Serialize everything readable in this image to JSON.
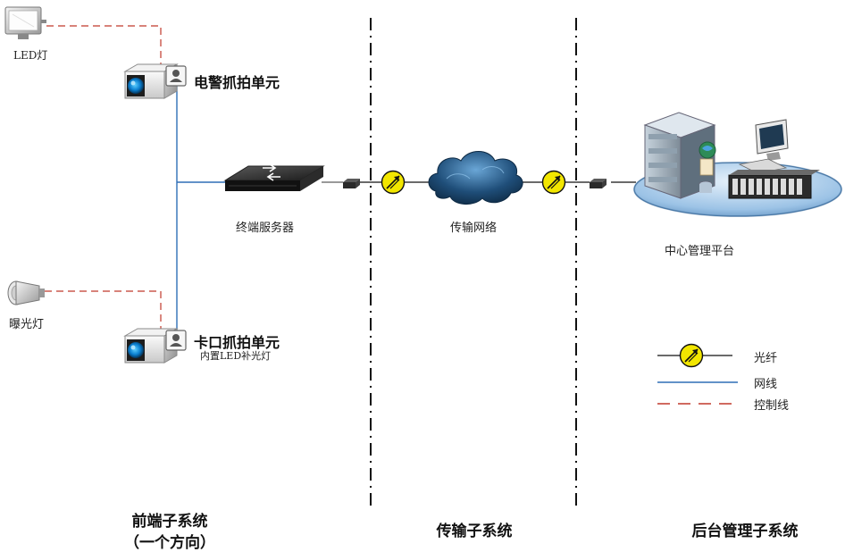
{
  "devices": {
    "led_lamp": "LED灯",
    "flash_lamp": "曝光灯",
    "e_police_unit": "电警抓拍单元",
    "checkpoint_unit": "卡口抓拍单元",
    "checkpoint_unit_note": "内置LED补光灯",
    "terminal_server": "终端服务器",
    "network_cloud": "传输网络",
    "center_platform": "中心管理平台"
  },
  "legend": {
    "fiber": "光纤",
    "network_cable": "网线",
    "control_cable": "控制线"
  },
  "sections": {
    "front_end": "前端子系统",
    "front_end_note": "（一个方向）",
    "transmission": "传输子系统",
    "backend": "后台管理子系统"
  },
  "colors": {
    "network_line": "#2f6fb6",
    "control_line": "#c0392b",
    "fiber_icon": "#f2e600",
    "divider": "#111111",
    "cloud": "#1f4e79"
  },
  "icons": {
    "led_lamp": "floodlight-icon",
    "flash_lamp": "strobe-lamp-icon",
    "camera": "camera-icon",
    "server": "network-switch-icon",
    "transceiver": "media-converter-icon",
    "fiber": "fiber-connector-icon",
    "cloud": "cloud-icon",
    "platform": "server-rack-icon"
  }
}
